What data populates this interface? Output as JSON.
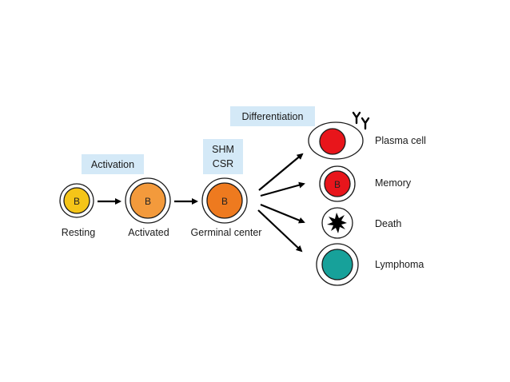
{
  "boxes": {
    "activation": "Activation",
    "shm": "SHM",
    "csr": "CSR",
    "differentiation": "Differentiation"
  },
  "stages": {
    "resting": {
      "label": "Resting",
      "letter": "B",
      "color": "#f5c518"
    },
    "activated": {
      "label": "Activated",
      "letter": "B",
      "color": "#f39a3c"
    },
    "germinal": {
      "label": "Germinal center",
      "letter": "B",
      "color": "#ee7a1f"
    }
  },
  "outcomes": {
    "plasma": {
      "label": "Plasma cell",
      "color": "#e8151b"
    },
    "memory": {
      "label": "Memory",
      "letter": "B",
      "color": "#e8151b"
    },
    "death": {
      "label": "Death",
      "color": "#000000"
    },
    "lymphoma": {
      "label": "Lymphoma",
      "color": "#17a19a"
    }
  },
  "colors": {
    "box_fill": "#d4e9f7",
    "arrow": "#000000",
    "cell_outline": "#1a1a1a"
  },
  "icons": [
    "antibody-icon",
    "starburst-icon"
  ]
}
